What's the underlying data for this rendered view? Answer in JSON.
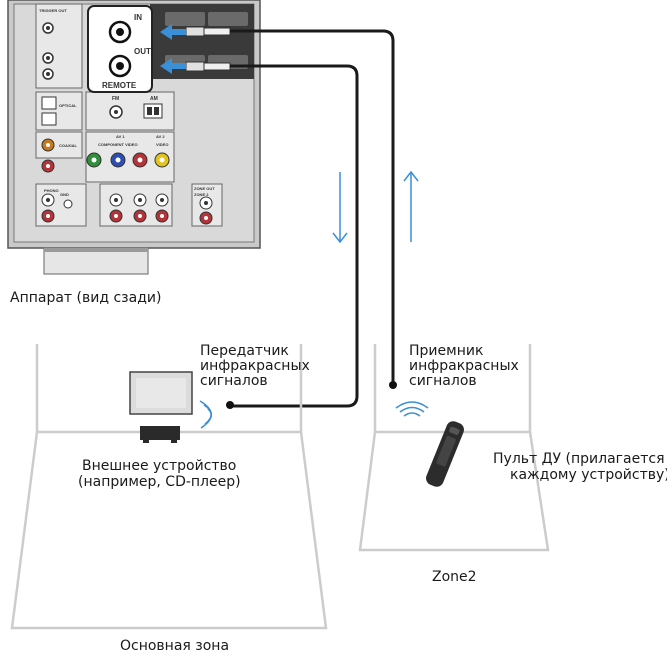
{
  "labels": {
    "receiver": "Аппарат (вид сзади)",
    "transmitter_line1": "Передатчик",
    "transmitter_line2": "инфракрасных",
    "transmitter_line3": "сигналов",
    "receiver_ir_line1": "Приемник",
    "receiver_ir_line2": "инфракрасных",
    "receiver_ir_line3": "сигналов",
    "external_line1": "Внешнее устройство",
    "external_line2": "(например, CD-плеер)",
    "remote_line1": "Пульт ДУ (прилагается к",
    "remote_line2": "каждому устройству)",
    "zone2": "Zone2",
    "main_zone": "Основная зона"
  },
  "panel": {
    "in": "IN",
    "out": "OUT",
    "remote": "REMOTE",
    "trigger_out": "TRIGGER OUT",
    "optical": "OPTICAL",
    "coaxial": "COAXIAL",
    "phono": "PHONO",
    "gnd": "GND",
    "component_video": "COMPONENT VIDEO",
    "video": "VIDEO",
    "fm": "FM",
    "am": "AM",
    "av1": "AV 1",
    "av2": "AV 2",
    "zone_out": "ZONE OUT",
    "zone2": "ZONE 2"
  },
  "colors": {
    "arrow_blue": "#3a8fd6",
    "cable": "#1a1a1a",
    "room_outline": "#cccccc"
  }
}
